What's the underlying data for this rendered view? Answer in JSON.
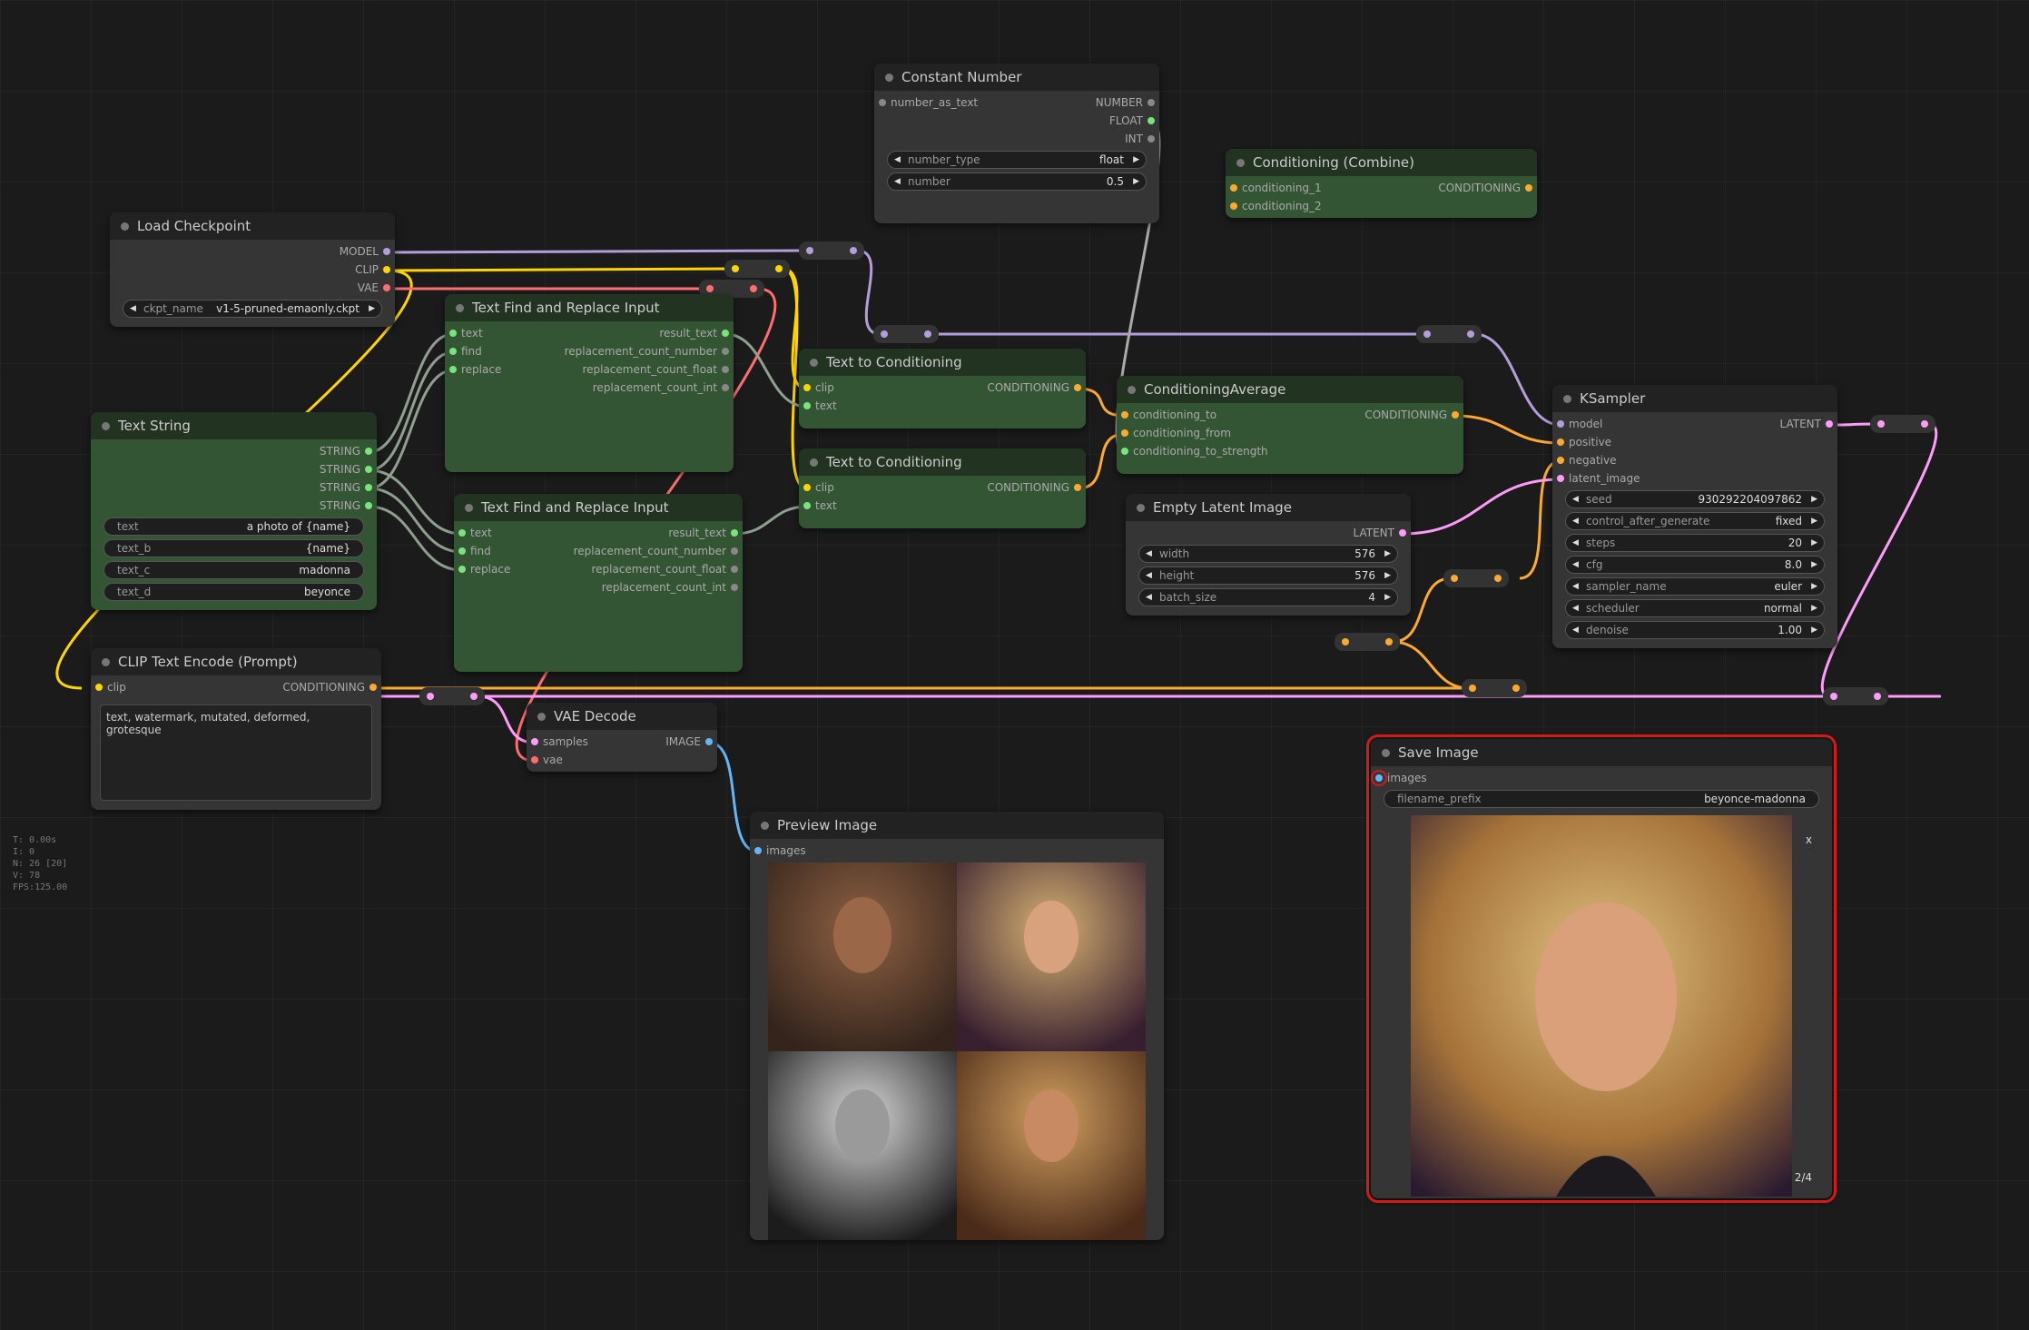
{
  "colors": {
    "model": "#b39ddb",
    "clip": "#ffd500",
    "vae": "#ff6e6e",
    "conditioning": "#ffa931",
    "latent": "#ff9cf9",
    "image": "#64b5f6",
    "string": "#90a090",
    "number": "#aaaaaa",
    "selection": "#d31919"
  },
  "stats": [
    "T: 0.00s",
    "I: 0",
    "N: 26 [20]",
    "V: 78",
    "FPS:125.00"
  ],
  "nodes": {
    "constant_number": {
      "title": "Constant Number",
      "input": "number_as_text",
      "outputs": [
        "NUMBER",
        "FLOAT",
        "INT"
      ],
      "widgets": [
        {
          "label": "number_type",
          "value": "float"
        },
        {
          "label": "number",
          "value": "0.5"
        }
      ]
    },
    "cond_combine": {
      "title": "Conditioning (Combine)",
      "inputs": [
        "conditioning_1",
        "conditioning_2"
      ],
      "output": "CONDITIONING"
    },
    "load_checkpoint": {
      "title": "Load Checkpoint",
      "outputs": [
        "MODEL",
        "CLIP",
        "VAE"
      ],
      "widget": {
        "label": "ckpt_name",
        "value": "v1-5-pruned-emaonly.ckpt"
      }
    },
    "text_find_1": {
      "title": "Text Find and Replace Input",
      "inputs": [
        "text",
        "find",
        "replace"
      ],
      "outputs": [
        "result_text",
        "replacement_count_number",
        "replacement_count_float",
        "replacement_count_int"
      ]
    },
    "text_find_2": {
      "title": "Text Find and Replace Input",
      "inputs": [
        "text",
        "find",
        "replace"
      ],
      "outputs": [
        "result_text",
        "replacement_count_number",
        "replacement_count_float",
        "replacement_count_int"
      ]
    },
    "text_string": {
      "title": "Text String",
      "outputs": [
        "STRING",
        "STRING",
        "STRING",
        "STRING"
      ],
      "widgets": [
        {
          "label": "text",
          "value": "a photo of {name}"
        },
        {
          "label": "text_b",
          "value": "{name}"
        },
        {
          "label": "text_c",
          "value": "madonna"
        },
        {
          "label": "text_d",
          "value": "beyonce"
        }
      ]
    },
    "text_cond_1": {
      "title": "Text to Conditioning",
      "inputs": [
        "clip",
        "text"
      ],
      "output": "CONDITIONING"
    },
    "text_cond_2": {
      "title": "Text to Conditioning",
      "inputs": [
        "clip",
        "text"
      ],
      "output": "CONDITIONING"
    },
    "cond_average": {
      "title": "ConditioningAverage",
      "inputs": [
        "conditioning_to",
        "conditioning_from",
        "conditioning_to_strength"
      ],
      "output": "CONDITIONING"
    },
    "empty_latent": {
      "title": "Empty Latent Image",
      "output": "LATENT",
      "widgets": [
        {
          "label": "width",
          "value": "576"
        },
        {
          "label": "height",
          "value": "576"
        },
        {
          "label": "batch_size",
          "value": "4"
        }
      ]
    },
    "ksampler": {
      "title": "KSampler",
      "inputs": [
        "model",
        "positive",
        "negative",
        "latent_image"
      ],
      "output": "LATENT",
      "widgets": [
        {
          "label": "seed",
          "value": "930292204097862"
        },
        {
          "label": "control_after_generate",
          "value": "fixed"
        },
        {
          "label": "steps",
          "value": "20"
        },
        {
          "label": "cfg",
          "value": "8.0"
        },
        {
          "label": "sampler_name",
          "value": "euler"
        },
        {
          "label": "scheduler",
          "value": "normal"
        },
        {
          "label": "denoise",
          "value": "1.00"
        }
      ]
    },
    "clip_encode": {
      "title": "CLIP Text Encode (Prompt)",
      "input": "clip",
      "output": "CONDITIONING",
      "prompt": "text, watermark, mutated, deformed, grotesque"
    },
    "vae_decode": {
      "title": "VAE Decode",
      "inputs": [
        "samples",
        "vae"
      ],
      "output": "IMAGE"
    },
    "preview_image": {
      "title": "Preview Image",
      "input": "images"
    },
    "save_image": {
      "title": "Save Image",
      "input": "images",
      "widget": {
        "label": "filename_prefix",
        "value": "beyonce-madonna"
      },
      "close": "x",
      "counter": "2/4"
    }
  }
}
